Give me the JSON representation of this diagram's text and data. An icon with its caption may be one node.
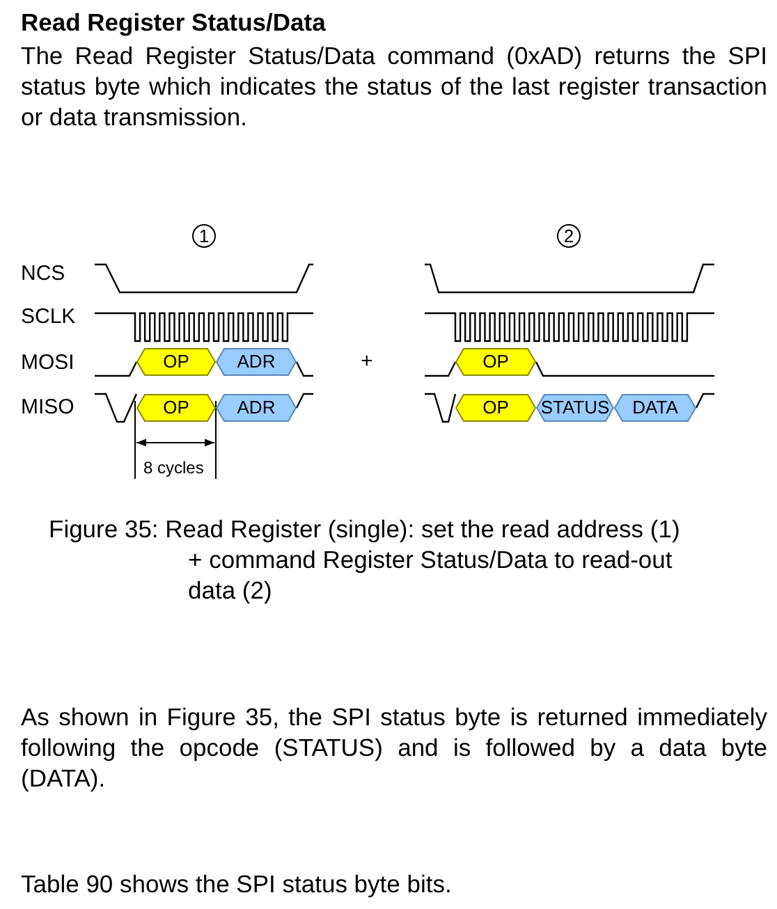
{
  "diagram": {
    "title": "Read Register Status/Data",
    "caption": "Figure 35: Read Register (single): set the read address (1) + command Register Status/Data to read-out data (2)",
    "nodes": [
      {
        "text": [
          "OP"
        ]
      },
      {
        "text": [
          "ADR"
        ]
      },
      {
        "text": [
          "OP"
        ]
      },
      {
        "text": [
          "ADR"
        ]
      },
      {
        "text": [
          "OP"
        ]
      },
      {
        "text": [
          "OP"
        ]
      },
      {
        "text": [
          "STATUS"
        ]
      },
      {
        "text": [
          "DATA"
        ]
      }
    ],
    "labels": [
      "The Read Register Status/Data command (0xAD) returns the SPI status byte which indicates the status of the last register transaction or data transmission.",
      "1",
      "2",
      "NCS",
      "SCLK",
      "MOSI",
      "+",
      "MISO",
      "8 cycles",
      "As shown in Figure 35, the SPI status byte is returned immediately following the opcode (STATUS) and is followed by a data byte (DATA).",
      "Table 90 shows the SPI status byte bits."
    ]
  }
}
